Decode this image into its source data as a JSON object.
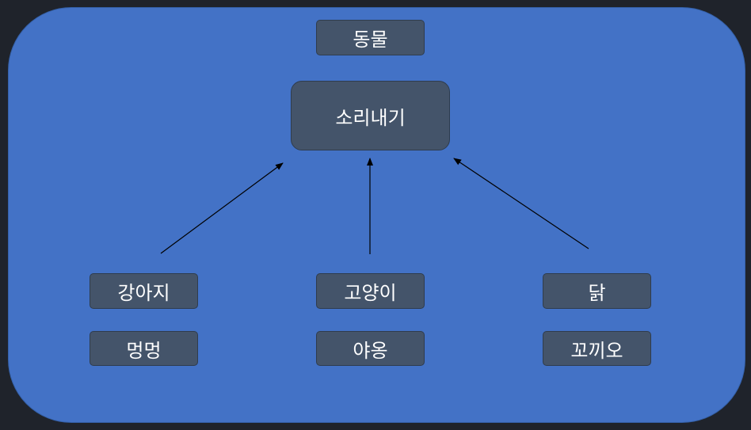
{
  "category_label": "동물",
  "method_label": "소리내기",
  "animals": [
    {
      "name": "강아지",
      "sound": "멍멍"
    },
    {
      "name": "고양이",
      "sound": "야옹"
    },
    {
      "name": "닭",
      "sound": "꼬끼오"
    }
  ],
  "colors": {
    "background": "#1f232b",
    "panel": "#4372c6",
    "node_fill": "#44546a",
    "text": "#ffffff",
    "arrow": "#000000"
  }
}
